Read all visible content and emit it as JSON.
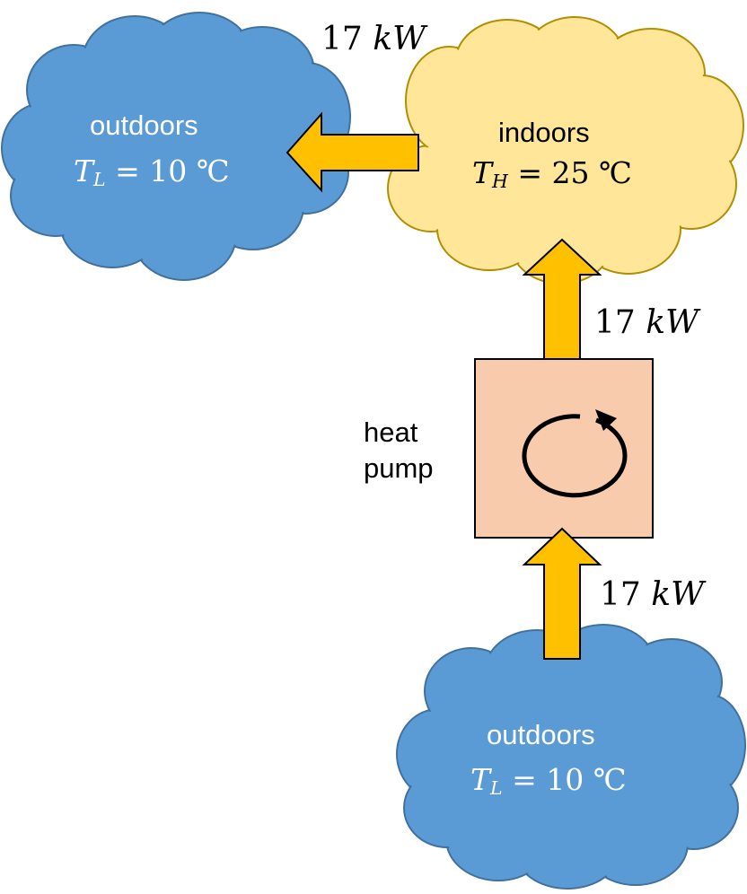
{
  "outdoors_top": {
    "label": "outdoors",
    "temp_symbol": "T",
    "temp_subscript": "L",
    "temp_value": "= 10 ℃"
  },
  "indoors": {
    "label": "indoors",
    "temp_symbol": "T",
    "temp_subscript": "H",
    "temp_value": "= 25 ℃"
  },
  "outdoors_bottom": {
    "label": "outdoors",
    "temp_symbol": "T",
    "temp_subscript": "L",
    "temp_value": "= 10 ℃"
  },
  "heat_pump": {
    "label_line1": "heat",
    "label_line2": "pump"
  },
  "flows": {
    "top": {
      "number": "17",
      "unit": "kW"
    },
    "middle": {
      "number": "17",
      "unit": "kW"
    },
    "bottom": {
      "number": "17",
      "unit": "kW"
    }
  },
  "colors": {
    "outdoor_cloud": "#5b9bd5",
    "outdoor_cloud_stroke": "#41719c",
    "indoor_cloud": "#ffe699",
    "indoor_cloud_stroke": "#b08f00",
    "arrow_fill": "#ffc000",
    "arrow_stroke": "#000000",
    "heat_pump_fill": "#f8cbad",
    "heat_pump_stroke": "#000000"
  }
}
